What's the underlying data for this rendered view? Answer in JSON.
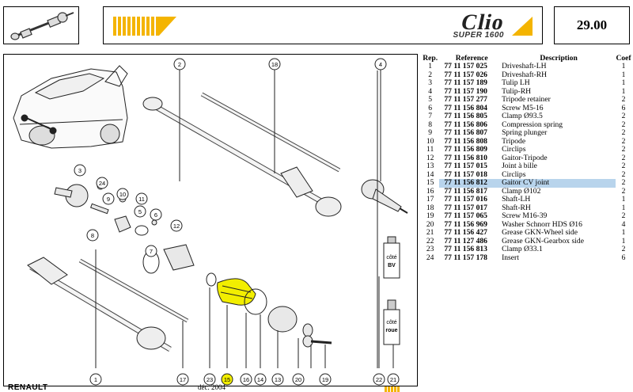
{
  "header": {
    "model_logo": "Clio",
    "model_sub": "SUPER 1600",
    "page_number": "29.00",
    "brand_color": "#f4b400"
  },
  "diagram": {
    "callouts": [
      "1",
      "2",
      "3",
      "4",
      "5",
      "6",
      "7",
      "8",
      "9",
      "10",
      "11",
      "12",
      "13",
      "14",
      "15",
      "16",
      "17",
      "18",
      "19",
      "20",
      "21",
      "22",
      "23",
      "24"
    ],
    "tube_bv_lines": [
      "côté",
      "BV"
    ],
    "tube_roue_lines": [
      "côté",
      "roue"
    ],
    "highlight_color": "#f2ee00"
  },
  "parts_table": {
    "columns": [
      "Rep.",
      "Reference",
      "Description",
      "Coef"
    ],
    "highlight_rep": "15",
    "rows": [
      {
        "rep": "1",
        "ref": "77 11 157 025",
        "desc": "Driveshaft-LH",
        "coef": "1"
      },
      {
        "rep": "2",
        "ref": "77 11 157 026",
        "desc": "Driveshaft-RH",
        "coef": "1"
      },
      {
        "rep": "3",
        "ref": "77 11 157 189",
        "desc": "Tulip LH",
        "coef": "1"
      },
      {
        "rep": "4",
        "ref": "77 11 157 190",
        "desc": "Tulip-RH",
        "coef": "1"
      },
      {
        "rep": "5",
        "ref": "77 11 157 277",
        "desc": "Tripode retainer",
        "coef": "2"
      },
      {
        "rep": "6",
        "ref": "77 11 156 804",
        "desc": "Screw M5-16",
        "coef": "6"
      },
      {
        "rep": "7",
        "ref": "77 11 156 805",
        "desc": "Clamp Ø93.5",
        "coef": "2"
      },
      {
        "rep": "8",
        "ref": "77 11 156 806",
        "desc": "Compression spring",
        "coef": "2"
      },
      {
        "rep": "9",
        "ref": "77 11 156 807",
        "desc": "Spring plunger",
        "coef": "2"
      },
      {
        "rep": "10",
        "ref": "77 11 156 808",
        "desc": "Tripode",
        "coef": "2"
      },
      {
        "rep": "11",
        "ref": "77 11 156 809",
        "desc": "Circlips",
        "coef": "2"
      },
      {
        "rep": "12",
        "ref": "77 11 156 810",
        "desc": "Gaitor-Tripode",
        "coef": "2"
      },
      {
        "rep": "13",
        "ref": "77 11 157 015",
        "desc": "Joint à bille",
        "coef": "2"
      },
      {
        "rep": "14",
        "ref": "77 11 157 018",
        "desc": "Circlips",
        "coef": "2"
      },
      {
        "rep": "15",
        "ref": "77 11 156 812",
        "desc": "Gaitor CV joint",
        "coef": "2"
      },
      {
        "rep": "16",
        "ref": "77 11 156 817",
        "desc": "Clamp Ø102",
        "coef": "2"
      },
      {
        "rep": "17",
        "ref": "77 11 157 016",
        "desc": "Shaft-LH",
        "coef": "1"
      },
      {
        "rep": "18",
        "ref": "77 11 157 017",
        "desc": "Shaft-RH",
        "coef": "1"
      },
      {
        "rep": "19",
        "ref": "77 11 157 065",
        "desc": "Screw M16-39",
        "coef": "2"
      },
      {
        "rep": "20",
        "ref": "77 11 156 969",
        "desc": "Washer Schnorr HDS Ø16",
        "coef": "4"
      },
      {
        "rep": "21",
        "ref": "77 11 156 427",
        "desc": "Grease GKN-Wheel side",
        "coef": "1"
      },
      {
        "rep": "22",
        "ref": "77 11 127 486",
        "desc": "Grease GKN-Gearbox side",
        "coef": "1"
      },
      {
        "rep": "23",
        "ref": "77 11 156 813",
        "desc": "Clamp Ø33.1",
        "coef": "2"
      },
      {
        "rep": "24",
        "ref": "77 11 157 178",
        "desc": "Insert",
        "coef": "6"
      }
    ]
  },
  "footer": {
    "brand": "RENAULT",
    "date": "déc. 2004"
  }
}
